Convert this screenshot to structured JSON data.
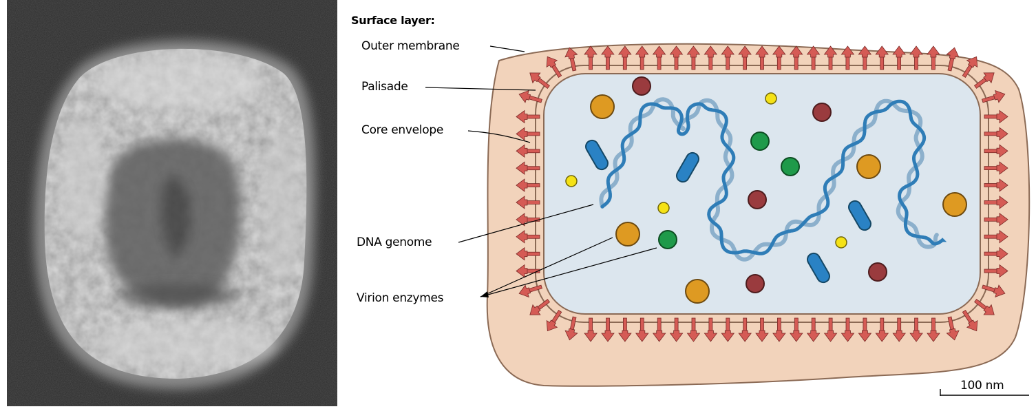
{
  "labels": {
    "surface_layer": "Surface layer:",
    "outer_membrane": "Outer membrane",
    "palisade": "Palisade",
    "core_envelope": "Core envelope",
    "dna_genome": "DNA genome",
    "virion_enzymes": "Virion enzymes",
    "scale_bar": "100 nm"
  },
  "colors": {
    "outer_membrane": "#f2d3bb",
    "membrane_stroke": "#8b6a55",
    "core": "#dce6ee",
    "palisade_spike": "#d55b55",
    "dna_dark": "#2f7db7",
    "dna_light": "#8cb0cc",
    "enzyme_orange": "#de9a22",
    "enzyme_maroon": "#9a3b3e",
    "enzyme_green": "#1f9a4a",
    "enzyme_yellow": "#f5e216",
    "enzyme_blue": "#2a82c4"
  }
}
